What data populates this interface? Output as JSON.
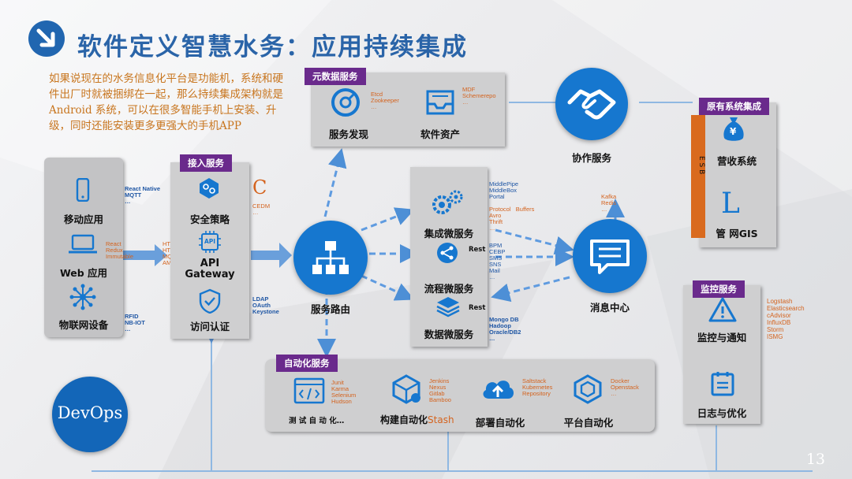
{
  "slide": {
    "title": "软件定义智慧水务：应用持续集成",
    "intro": "如果说现在的水务信息化平台是功能机，系统和硬件出厂时就被捆绑在一起，那么持续集成架构就是Android 系统，可以在很多智能手机上安装、升级，同时还能安装更多更强大的手机APP",
    "page_number": "13"
  },
  "devices": {
    "mobile": {
      "label": "移动应用",
      "tech": "React Native\nMQTT\n…"
    },
    "web": {
      "label": "Web  应用",
      "tech": "React\nRedux\nImmutable"
    },
    "iot": {
      "label": "物联网设备",
      "tech": "RFID\nNB-IOT\n…"
    }
  },
  "access": {
    "tag": "接入服务",
    "protocols": "HTTP\nHTTPS\nMQTT\nAMQ",
    "security_label": "安全策略",
    "gateway_label": "API\nGateway",
    "gateway_badge": "API",
    "auth_label": "访问认证",
    "cedm_letter": "C",
    "cedm_text": "CEDM\n…",
    "auth_tech": "LDAP\nOAuth\nKeystone"
  },
  "metadata": {
    "tag": "元数据服务",
    "discovery_label": "服务发现",
    "discovery_tech": "Etcd\nZookeeper\n…",
    "assets_label": "软件资产",
    "assets_tech": "MDF\nSchemerepo\n…"
  },
  "collab": {
    "label": "协作服务"
  },
  "router": {
    "label": "服务路由"
  },
  "micro": {
    "integration_label": "集成微服务",
    "integration_tech": "MiddlePipe\nMiddleBox\nPortal",
    "integration_tech2": "Protocol   Buffers\nAvro\nThrift\n…",
    "process_label": "流程微服务",
    "process_tech": "BPM\nCEBP\nSMS\nSNS\nMail\n…",
    "data_label": "数据微服务",
    "data_tech": "Mongo DB\nHadoop\nOracle/DB2\n…",
    "rest1": "Rest",
    "rest2": "Rest"
  },
  "message": {
    "label": "消息中心",
    "tech": "Kafka\nRedis\n…"
  },
  "legacy": {
    "tag": "原有系统集成",
    "esb": "E S B",
    "revenue_label": "营收系统",
    "gis_label": "管 网GIS",
    "gis_letter": "L",
    "yen_glyph": "¥"
  },
  "monitor": {
    "tag": "监控服务",
    "alert_label": "监控与通知",
    "log_label": "日志与优化",
    "tech": "Logstash\nElasticsearch\ncAdvisor\nInfluxDB\nStorm\nISMG"
  },
  "automation": {
    "tag": "自动化服务",
    "test_label": "测 试 自 动 化…",
    "test_tech": "Junit\nKarma\nSelenium\nHudson",
    "build_label": "构建自动化",
    "build_suffix": "Stash",
    "build_tech": "Jenkins\nNexus\nGitlab\nBamboo",
    "deploy_label": "部署自动化",
    "deploy_tech": "Saltstack\nKubernetes\nRepository",
    "platform_label": "平台自动化",
    "platform_tech": "Docker\nOpenstack\n…"
  },
  "devops": {
    "label": "DevOps"
  },
  "colors": {
    "accent": "#1677cf",
    "tag": "#6a2a8c",
    "orange": "#d4631e",
    "title": "#2a64a8",
    "esb": "#d96a1e"
  }
}
